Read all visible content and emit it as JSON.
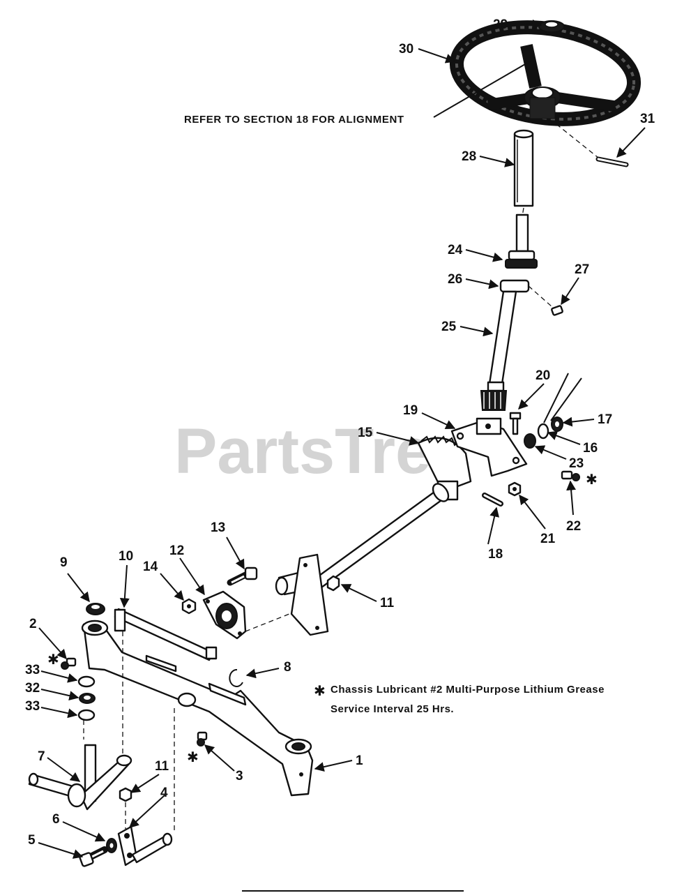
{
  "watermark": "PartsTree",
  "note_alignment": "REFER TO SECTION 18 FOR ALIGNMENT",
  "legend": {
    "marker": "✱",
    "line1": "Chassis Lubricant #2 Multi-Purpose Lithium Grease",
    "line2": "Service Interval 25 Hrs."
  },
  "callouts": {
    "c1": "1",
    "c2": "2",
    "c3": "3",
    "c4": "4",
    "c5": "5",
    "c6": "6",
    "c7": "7",
    "c8": "8",
    "c9": "9",
    "c10": "10",
    "c11a": "11",
    "c11b": "11",
    "c12": "12",
    "c13": "13",
    "c14": "14",
    "c15": "15",
    "c16": "16",
    "c17": "17",
    "c18": "18",
    "c19": "19",
    "c20": "20",
    "c21": "21",
    "c22": "22",
    "c23": "23",
    "c24": "24",
    "c25": "25",
    "c26": "26",
    "c27": "27",
    "c28": "28",
    "c29": "29",
    "c30": "30",
    "c31": "31",
    "c32": "32",
    "c33a": "33",
    "c33b": "33"
  }
}
